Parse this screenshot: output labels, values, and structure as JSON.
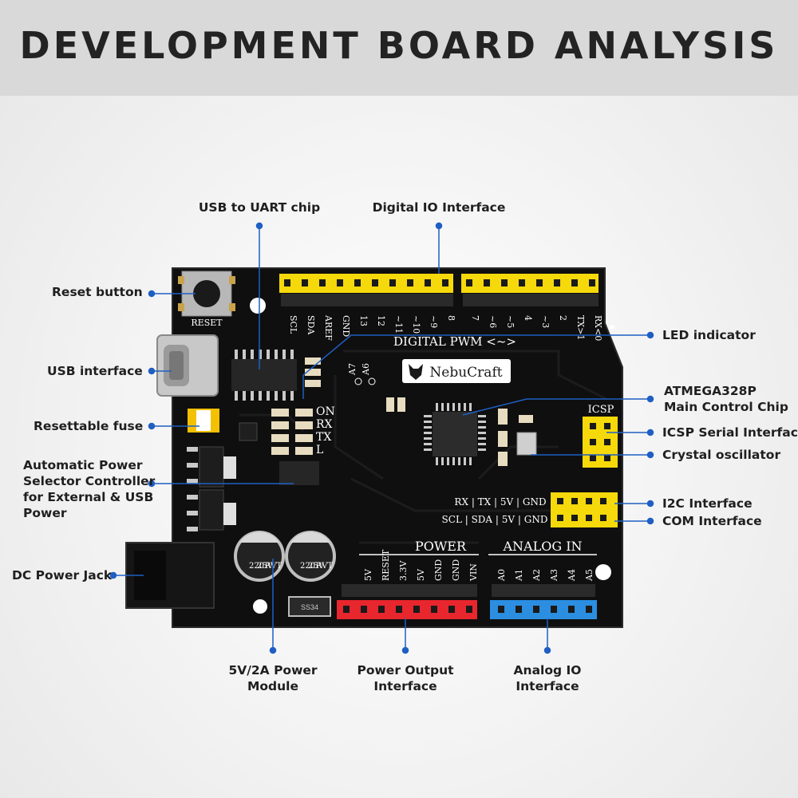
{
  "title": "DEVELOPMENT BOARD ANALYSIS",
  "callouts": {
    "usb_uart": "USB to UART chip",
    "digital_io": "Digital IO Interface",
    "reset_button": "Reset button",
    "led_indicator": "LED indicator",
    "usb_interface": "USB interface",
    "mcu_line1": "ATMEGA328P",
    "mcu_line2": "Main Control Chip",
    "fuse": "Resettable fuse",
    "icsp": "ICSP Serial Interface",
    "crystal": "Crystal oscillator",
    "power_sel_1": "Automatic Power",
    "power_sel_2": "Selector Controller",
    "power_sel_3": "for External & USB",
    "power_sel_4": "Power",
    "i2c": "I2C Interface",
    "com": "COM Interface",
    "dc_jack": "DC Power Jack",
    "power_mod_1": "5V/2A Power",
    "power_mod_2": "Module",
    "power_out_1": "Power Output",
    "power_out_2": "Interface",
    "analog_io_1": "Analog IO",
    "analog_io_2": "Interface"
  },
  "board": {
    "brand": "NebuCraft",
    "reset_label": "RESET",
    "digital_pwm": "DIGITAL PWM <~>",
    "digital_pins_left": [
      "SCL",
      "SDA",
      "AREF",
      "GND",
      "13",
      "12",
      "~11",
      "~10",
      "~9",
      "8"
    ],
    "digital_pins_right": [
      "7",
      "~6",
      "~5",
      "4",
      "~3",
      "2",
      "TX>1",
      "RX<0"
    ],
    "led_labels": [
      "ON",
      "RX",
      "TX",
      "L"
    ],
    "analog_extra": [
      "A7",
      "A6"
    ],
    "icsp_label": "ICSP",
    "i2c_row": "RX | TX | 5V | GND",
    "com_row": "SCL | SDA | 5V | GND",
    "power_label": "POWER",
    "analog_label": "ANALOG IN",
    "power_pins": [
      "5V",
      "RESET",
      "3.3V",
      "5V",
      "GND",
      "GND",
      "VIN"
    ],
    "analog_pins": [
      "A0",
      "A1",
      "A2",
      "A3",
      "A4",
      "A5"
    ],
    "cap_text": [
      "220",
      "25V",
      "RVT"
    ],
    "diode_text": "SS34"
  },
  "colors": {
    "board": "#0e0e0e",
    "header_yellow": "#f5d90a",
    "header_red": "#e8262e",
    "header_blue": "#2b8ee0",
    "leader_blue": "#1f5fc4"
  }
}
